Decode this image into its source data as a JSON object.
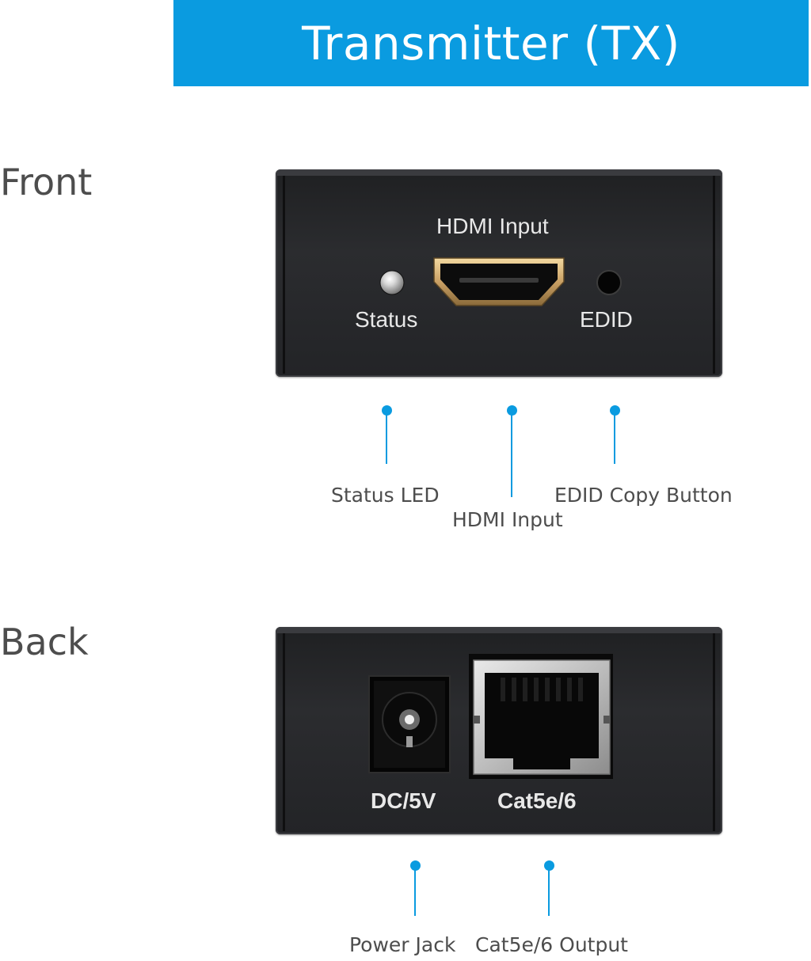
{
  "title": "Transmitter (TX)",
  "colors": {
    "accent": "#0a9be0",
    "panel": "#2a2b2e",
    "label_text": "#4d4d4d",
    "panel_text": "#e8e8e8"
  },
  "front": {
    "section_label": "Front",
    "panel_labels": {
      "hdmi": "HDMI Input",
      "status": "Status",
      "edid": "EDID"
    },
    "callouts": {
      "status_led": "Status LED",
      "hdmi_input": "HDMI Input",
      "edid_button": "EDID Copy Button"
    }
  },
  "back": {
    "section_label": "Back",
    "panel_labels": {
      "dc": "DC/5V",
      "cat": "Cat5e/6"
    },
    "callouts": {
      "power_jack": "Power Jack",
      "cat_output": "Cat5e/6 Output"
    }
  }
}
